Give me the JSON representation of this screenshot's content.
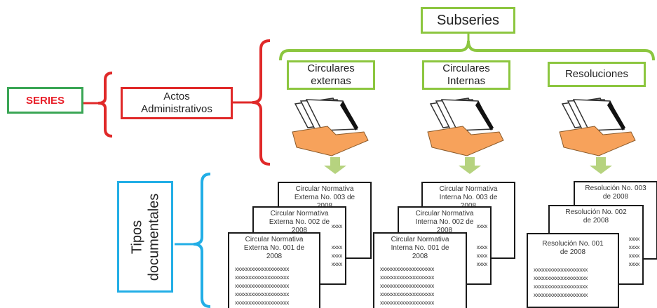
{
  "labels": {
    "series": "SERIES",
    "actos_line1": "Actos",
    "actos_line2": "Administrativos",
    "subseries": "Subseries",
    "tipos_line1": "Tipos",
    "tipos_line2": "documentales"
  },
  "subseries": [
    {
      "line1": "Circulares",
      "line2": "externas"
    },
    {
      "line1": "Circulares",
      "line2": "Internas"
    },
    {
      "line1": "Resoluciones",
      "line2": ""
    }
  ],
  "documents": {
    "externas": [
      {
        "line1": "Circular  Normativa",
        "line2": "Externa No. 003 de",
        "line3": "2008"
      },
      {
        "line1": "Circular  Normativa",
        "line2": "Externa No. 002 de",
        "line3": "2008"
      },
      {
        "line1": "Circular  Normativa",
        "line2": "Externa No. 001 de",
        "line3": "2008"
      }
    ],
    "internas": [
      {
        "line1": "Circular  Normativa",
        "line2": "Interna No. 003 de",
        "line3": "2008"
      },
      {
        "line1": "Circular  Normativa",
        "line2": "Interna No. 002 de",
        "line3": "2008"
      },
      {
        "line1": "Circular  Normativa",
        "line2": "Interna No. 001 de",
        "line3": "2008"
      }
    ],
    "resoluciones": [
      {
        "line1": "Resolución No. 003",
        "line2": "de 2008"
      },
      {
        "line1": "Resolución No. 002",
        "line2": "de 2008"
      },
      {
        "line1": "Resolución No. 001",
        "line2": "de 2008"
      }
    ]
  },
  "placeholder_line": "xxxxxxxxxxxxxxxxxxxx",
  "placeholder_short": "xxxx",
  "colors": {
    "red": "#e02929",
    "green": "#8cc63f",
    "blue": "#22aee6",
    "series_border": "#3aa655",
    "folder": "#f7a25b",
    "arrow": "#b6d37f"
  }
}
